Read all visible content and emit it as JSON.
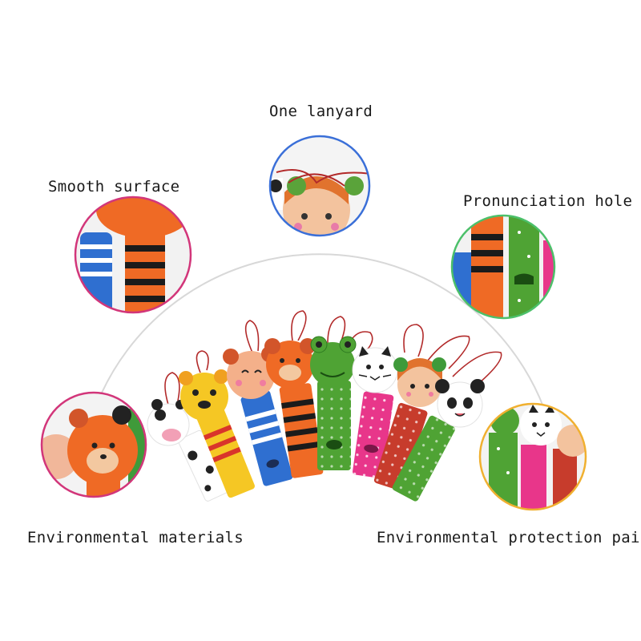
{
  "labels": {
    "lanyard": "One lanyard",
    "smooth": "Smooth surface",
    "hole": "Pronunciation hole",
    "materials": "Environmental materials",
    "paint": "Environmental protection paint"
  },
  "colors": {
    "circle_lanyard": "#3a6fd8",
    "circle_smooth": "#d2367a",
    "circle_hole": "#4cc06a",
    "circle_materials": "#d2367a",
    "circle_paint": "#f0b030",
    "arc": "#d8d8d8"
  }
}
